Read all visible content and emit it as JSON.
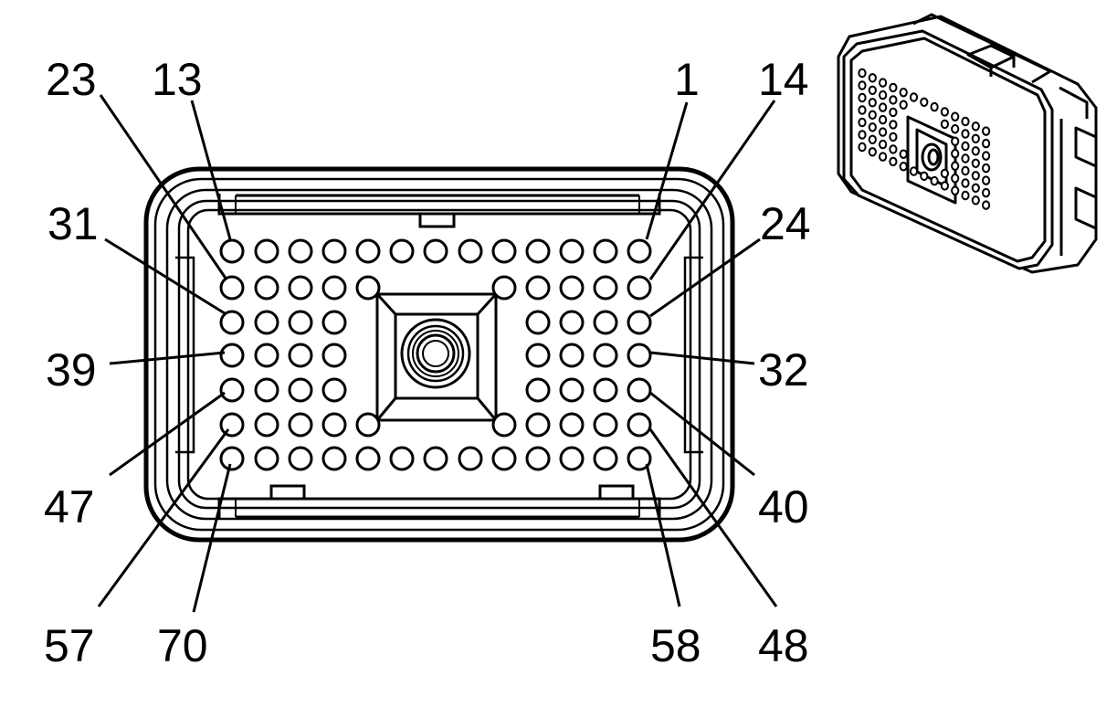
{
  "colors": {
    "line": "#000000",
    "background": "#ffffff"
  },
  "labels": {
    "l23": "23",
    "l13": "13",
    "l1": "1",
    "l14": "14",
    "l31": "31",
    "l24": "24",
    "l39": "39",
    "l32": "32",
    "l47": "47",
    "l40": "40",
    "l57": "57",
    "l70": "70",
    "l58": "58",
    "l48": "48"
  }
}
